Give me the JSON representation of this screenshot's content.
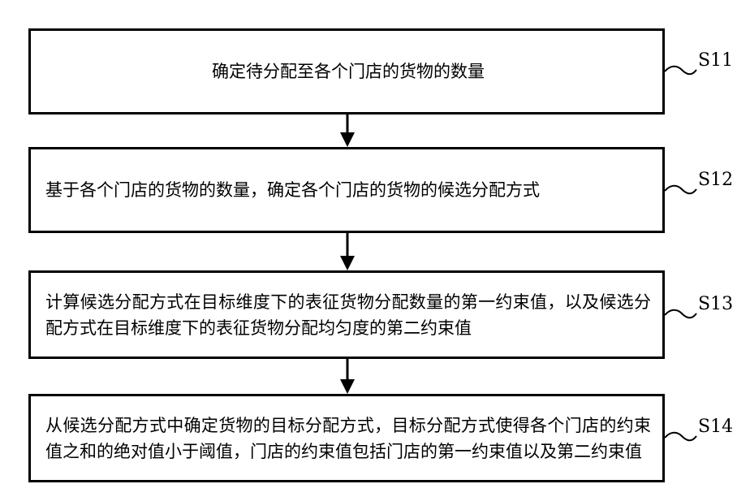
{
  "steps": [
    {
      "id": "S11",
      "label": "S11",
      "text": "确定待分配至各个门店的货物的数量"
    },
    {
      "id": "S12",
      "label": "S12",
      "text": "基于各个门店的货物的数量，确定各个门店的货物的候选分配方式"
    },
    {
      "id": "S13",
      "label": "S13",
      "text": "计算候选分配方式在目标维度下的表征货物分配数量的第一约束值，以及候选分配方式在目标维度下的表征货物分配均匀度的第二约束值"
    },
    {
      "id": "S14",
      "label": "S14",
      "text": "从候选分配方式中确定货物的目标分配方式，目标分配方式使得各个门店的约束值之和的绝对值小于阈值，门店的约束值包括门店的第一约束值以及第二约束值"
    }
  ]
}
